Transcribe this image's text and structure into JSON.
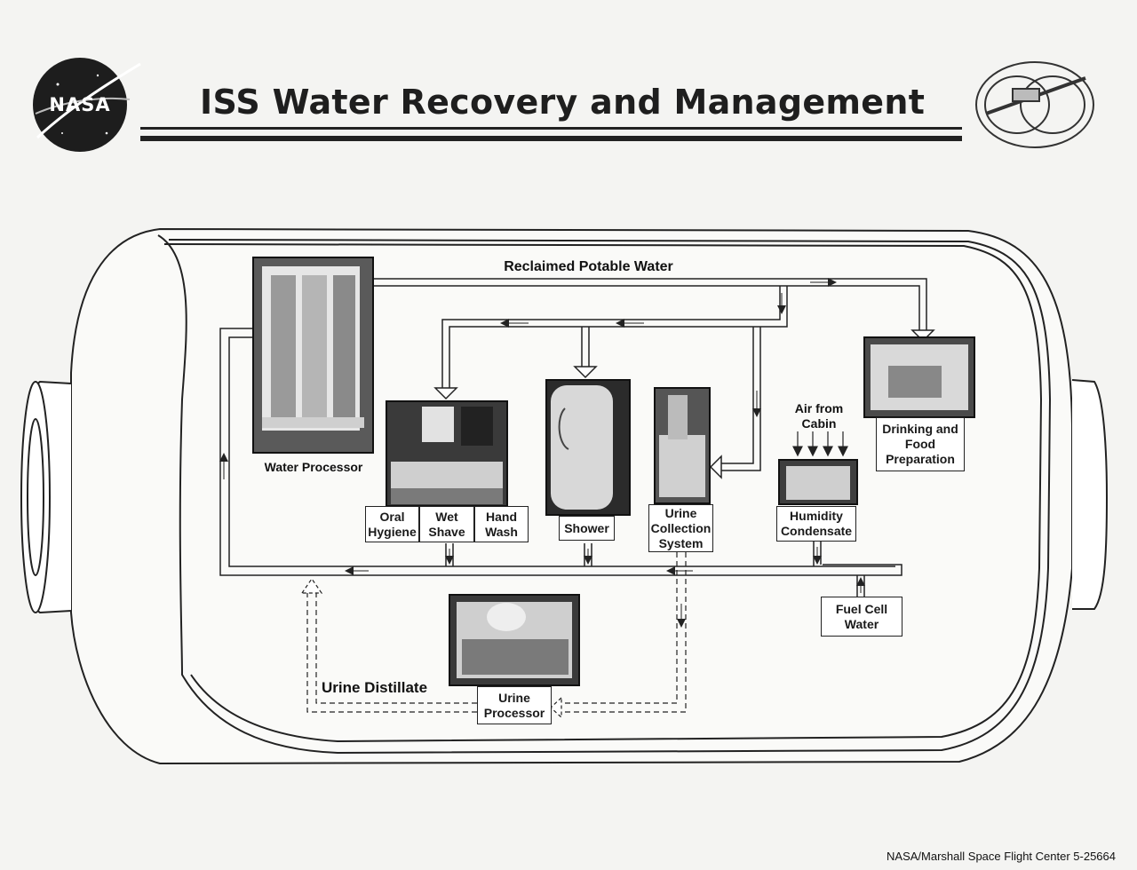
{
  "header": {
    "title": "ISS Water Recovery and Management",
    "left_logo_text": "NASA"
  },
  "diagram": {
    "reclaimed_label": "Reclaimed Potable Water",
    "water_processor": "Water Processor",
    "oral_hygiene": "Oral Hygiene",
    "wet_shave": "Wet Shave",
    "hand_wash": "Hand Wash",
    "shower": "Shower",
    "urine_collection": "Urine Collection System",
    "air_from_cabin": "Air from Cabin",
    "humidity_condensate": "Humidity Condensate",
    "drinking_food": "Drinking and Food Preparation",
    "fuel_cell_water": "Fuel Cell Water",
    "urine_processor": "Urine Processor",
    "urine_distillate": "Urine Distillate"
  },
  "footer": {
    "credit": "NASA/Marshall Space Flight Center 5-25664"
  }
}
